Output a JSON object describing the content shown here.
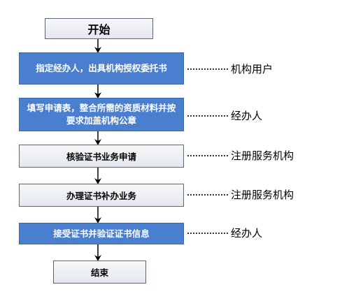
{
  "steps": [
    {
      "label": "开始",
      "role": ""
    },
    {
      "label": "指定经办人，出具机构授权委托书",
      "role": "机构用户"
    },
    {
      "label": "填写申请表，整合所需的资质材料并按要求加盖机构公章",
      "role": "经办人"
    },
    {
      "label": "核验证书业务申请",
      "role": "注册服务机构"
    },
    {
      "label": "办理证书补办业务",
      "role": "注册服务机构"
    },
    {
      "label": "接受证书并验证证书信息",
      "role": "经办人"
    },
    {
      "label": "结束",
      "role": ""
    }
  ]
}
